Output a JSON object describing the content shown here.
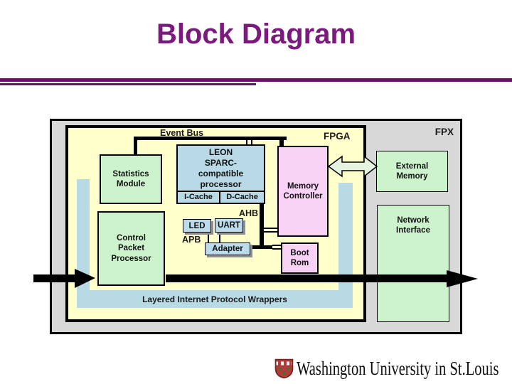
{
  "title": "Block Diagram",
  "colors": {
    "title_purple": "#7a1a7c",
    "rule_purple": "#6b116d",
    "fpx_gray": "#d8d8d8",
    "fpga_yellow": "#ffffcc",
    "wrapper_blue": "#b7dae4",
    "box_green": "#cdf3cd",
    "box_pink": "#f8d2f5",
    "box_blue": "#bcdcec",
    "wire_black": "#000000"
  },
  "diagram": {
    "fpx_label": "FPX",
    "fpga_label": "FPGA",
    "event_bus_label": "Event Bus",
    "ahb_label": "AHB",
    "apb_label": "APB",
    "wrappers_label": "Layered Internet Protocol Wrappers",
    "boxes": {
      "statistics_module": "Statistics\nModule",
      "control_packet_processor": "Control\nPacket\nProcessor",
      "leon_processor": "LEON\nSPARC-\ncompatible\nprocessor",
      "icache": "I-Cache",
      "dcache": "D-Cache",
      "memory_controller": "Memory\nController",
      "boot_rom": "Boot\nRom",
      "external_memory": "External\nMemory",
      "network_interface": "Network\nInterface",
      "led": "LED",
      "uart": "UART",
      "adapter": "Adapter"
    }
  },
  "footer": {
    "university_wordmark": "Washington University in St.Louis"
  }
}
